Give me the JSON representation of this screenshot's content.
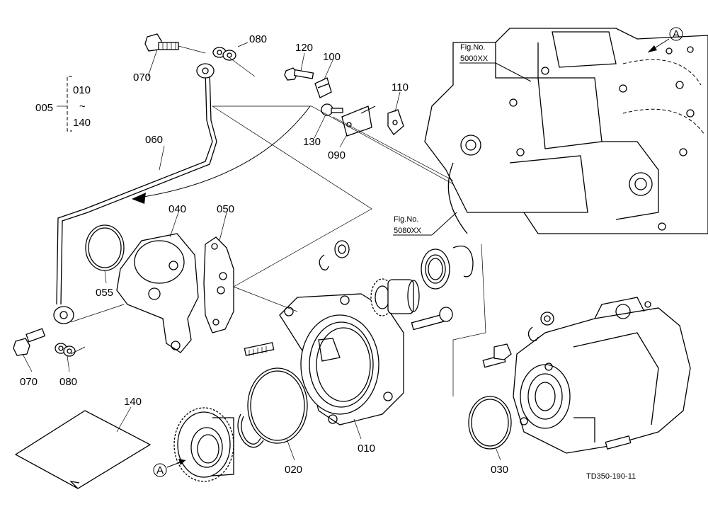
{
  "labels": {
    "p005": "005",
    "p010_range_start": "010",
    "p010_range_tilde": "~",
    "p010_range_end": "140",
    "p010": "010",
    "p020": "020",
    "p030": "030",
    "p040": "040",
    "p050": "050",
    "p055": "055",
    "p060": "060",
    "p070_top": "070",
    "p070_bottom": "070",
    "p080_top": "080",
    "p080_bottom": "080",
    "p090": "090",
    "p100": "100",
    "p110": "110",
    "p120": "120",
    "p130": "130",
    "p140": "140"
  },
  "references": {
    "fig1_title": "Fig.No.",
    "fig1_number": "5000XX",
    "fig2_title": "Fig.No.",
    "fig2_number": "5080XX"
  },
  "markers": {
    "marker_a_top": "A",
    "marker_a_bottom": "A"
  },
  "drawing_code": "TD350-190-11"
}
